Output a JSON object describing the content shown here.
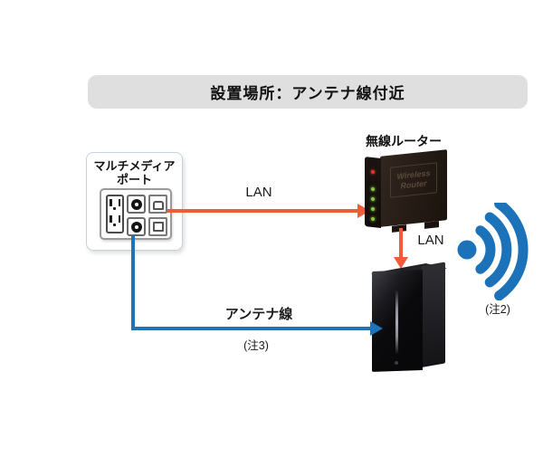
{
  "title": "設置場所：アンテナ線付近",
  "devices": {
    "multimedia_port": {
      "name_line1": "マルチメディア",
      "name_line2": "ポート"
    },
    "wireless_router": {
      "label": "無線ルーター",
      "body_text_line1": "Wireless",
      "body_text_line2": "Router",
      "led_colors": {
        "power": "#e8321e",
        "status": "#85c940"
      }
    }
  },
  "connections": {
    "lan_horizontal": {
      "label": "LAN",
      "color": "#f15b38"
    },
    "lan_vertical": {
      "label": "LAN",
      "color": "#f15b38"
    },
    "antenna": {
      "label": "アンテナ線",
      "note": "(注3)",
      "color": "#1e74bb"
    }
  },
  "wifi": {
    "note": "(注2)",
    "color": "#1b72b8"
  },
  "colors": {
    "title_bg": "#dfdfdf",
    "background": "#ffffff"
  }
}
